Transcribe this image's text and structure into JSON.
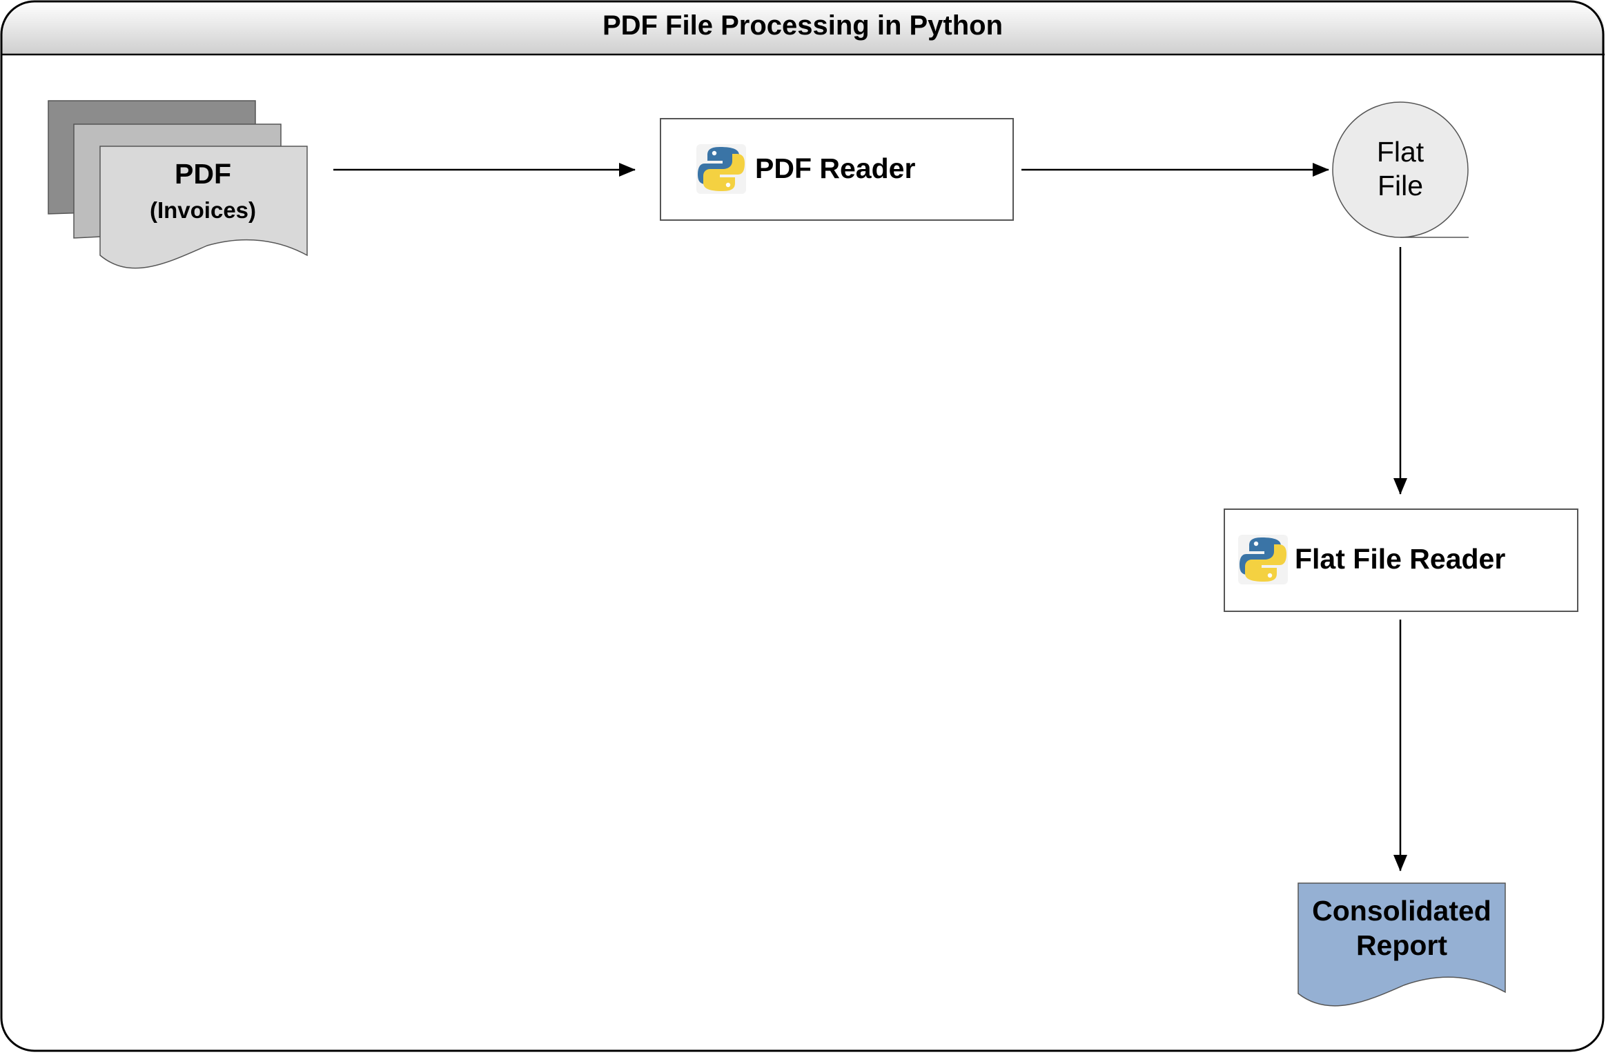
{
  "diagram": {
    "title": "PDF File Processing in Python",
    "nodes": {
      "pdf_docs": {
        "label": "PDF",
        "sublabel": "(Invoices)"
      },
      "pdf_reader": {
        "label": "PDF Reader",
        "icon": "python-logo-icon"
      },
      "flat_file": {
        "label_line1": "Flat",
        "label_line2": "File"
      },
      "flat_file_reader": {
        "label": "Flat File Reader",
        "icon": "python-logo-icon"
      },
      "report": {
        "label_line1": "Consolidated",
        "label_line2": "Report"
      }
    },
    "edges": [
      {
        "from": "pdf_docs",
        "to": "pdf_reader"
      },
      {
        "from": "pdf_reader",
        "to": "flat_file"
      },
      {
        "from": "flat_file",
        "to": "flat_file_reader"
      },
      {
        "from": "flat_file_reader",
        "to": "report"
      }
    ],
    "colors": {
      "doc_back": "#8c8c8c",
      "doc_mid": "#bdbdbd",
      "doc_front": "#d9d9d9",
      "flat_file_fill": "#ebebeb",
      "report_fill": "#95b0d3",
      "python_blue": "#3a74a6",
      "python_yellow": "#f4d141"
    }
  }
}
